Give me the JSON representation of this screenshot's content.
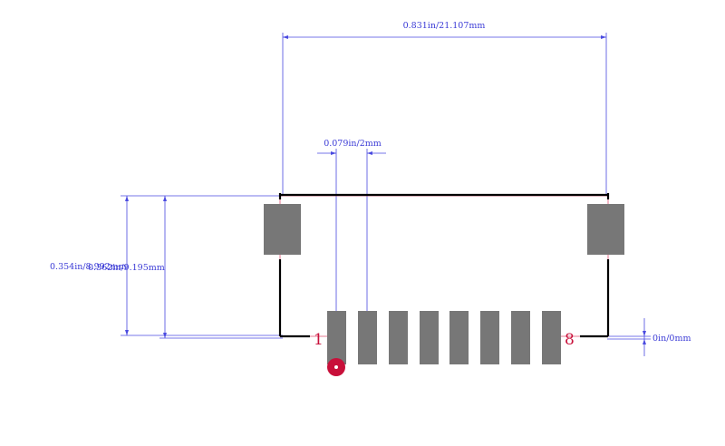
{
  "dimensions": {
    "width": "0.831in/21.107mm",
    "pitch": "0.079in/2mm",
    "height_total": "0.354in/8.992mm",
    "height_body": "0.362in/9.195mm",
    "offset": "0in/0mm"
  },
  "pins": {
    "first_label": "1",
    "last_label": "8",
    "count": 8
  },
  "colors": {
    "dimension": "#3b3bd6",
    "pad": "#777777",
    "outline": "#000000",
    "pin1_marker": "#c8103a"
  }
}
